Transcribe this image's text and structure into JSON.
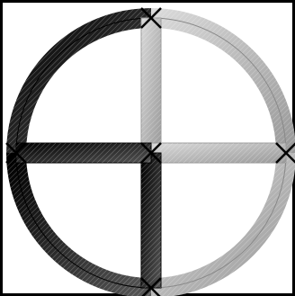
{
  "figure": {
    "background": "#ffffff",
    "frame_color": "#000000",
    "stroke_dark": "#000000",
    "stroke_mid": "#555555",
    "stroke_light": "#d9d9d9",
    "ring_quadrants": [
      {
        "name": "top-left",
        "shade": "dark"
      },
      {
        "name": "top-right",
        "shade": "light"
      },
      {
        "name": "bottom-right",
        "shade": "light"
      },
      {
        "name": "bottom-left",
        "shade": "dark"
      }
    ],
    "spokes": [
      {
        "name": "top",
        "shade": "light"
      },
      {
        "name": "right",
        "shade": "light"
      },
      {
        "name": "bottom",
        "shade": "dark"
      },
      {
        "name": "left",
        "shade": "dark"
      }
    ],
    "marker_icon": "x-mark-icon"
  }
}
